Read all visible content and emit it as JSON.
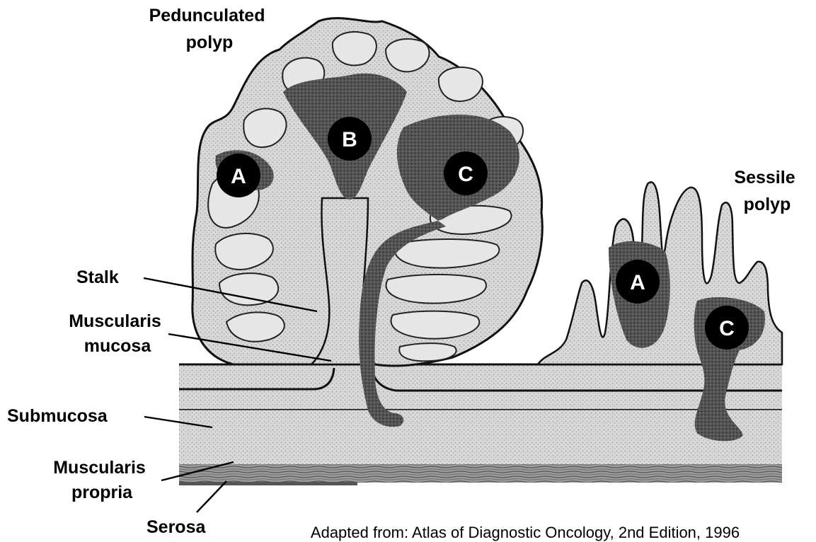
{
  "labels": {
    "pedunculated": [
      "Pedunculated",
      "polyp"
    ],
    "sessile": [
      "Sessile",
      "polyp"
    ],
    "stalk": "Stalk",
    "muscularis_mucosa": [
      "Muscularis",
      "mucosa"
    ],
    "submucosa": "Submucosa",
    "muscularis_propria": [
      "Muscularis",
      "propria"
    ],
    "serosa": "Serosa"
  },
  "markers": {
    "ped_a": "A",
    "ped_b": "B",
    "ped_c": "C",
    "sess_a": "A",
    "sess_c": "C"
  },
  "caption": "Adapted from: Atlas of Diagnostic Oncology, 2nd Edition, 1996",
  "colors": {
    "tissue_light": "#d4d4d4",
    "tissue_mid": "#bfbfbf",
    "tumor_dark": "#4a4a4a",
    "muscle": "#8a8a8a",
    "marker_fill": "#000000"
  }
}
